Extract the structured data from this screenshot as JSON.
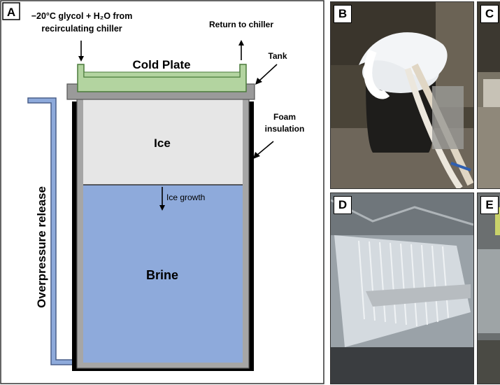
{
  "panels": {
    "a": "A",
    "b": "B",
    "c": "C",
    "d": "D",
    "e": "E"
  },
  "labels": {
    "inlet_line1": "−20°C glycol + H₂O from",
    "inlet_line2": "recirculating chiller",
    "return": "Return to chiller",
    "tank": "Tank",
    "cold_plate": "Cold Plate",
    "foam_line1": "Foam",
    "foam_line2": "insulation",
    "ice": "Ice",
    "ice_growth": "Ice growth",
    "brine": "Brine",
    "overpressure": "Overpressure release"
  },
  "colors": {
    "cold_plate": "#b3d4a0",
    "cold_plate_stroke": "#4a7a3a",
    "tank_wall": "#9a9a9a",
    "ice": "#e6e6e6",
    "brine": "#8eaadb",
    "overpressure_pipe": "#8eaadb",
    "insulation": "#000000"
  },
  "photos": {
    "b": "bucket-with-frosted-hoses-photo",
    "c": "partial-cropped-photo",
    "d": "ice-slab-in-plastic-bag-photo",
    "e": "partial-cropped-photo"
  }
}
